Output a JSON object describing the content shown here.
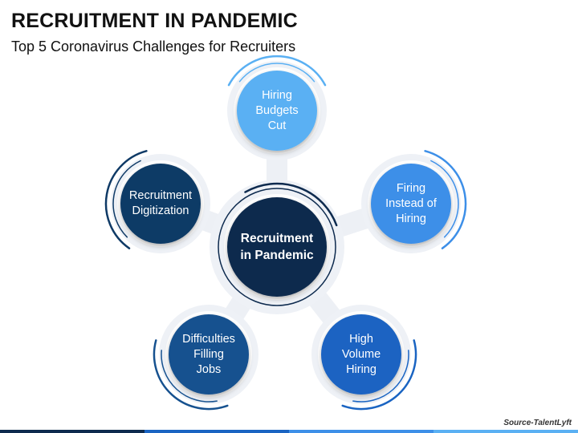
{
  "header": {
    "title": "RECRUITMENT IN PANDEMIC",
    "subtitle": "Top 5 Coronavirus Challenges for Recruiters"
  },
  "diagram": {
    "center": {
      "label": "Recruitment\nin Pandemic",
      "color": "#0d2a4e"
    },
    "nodes": [
      {
        "label": "Hiring\nBudgets\nCut",
        "color": "#5ab0f3"
      },
      {
        "label": "Firing\nInstead of\nHiring",
        "color": "#3d8fe8"
      },
      {
        "label": "High\nVolume\nHiring",
        "color": "#1a64c2"
      },
      {
        "label": "Difficulties\nFilling\nJobs",
        "color": "#16518f"
      },
      {
        "label": "Recruitment\nDigitization",
        "color": "#0f3a66"
      }
    ]
  },
  "source": "Source-TalentLyft",
  "colors": {
    "footer": [
      "#0d2a4e",
      "#1a64c2",
      "#3d8fe8",
      "#5ab0f3"
    ]
  }
}
